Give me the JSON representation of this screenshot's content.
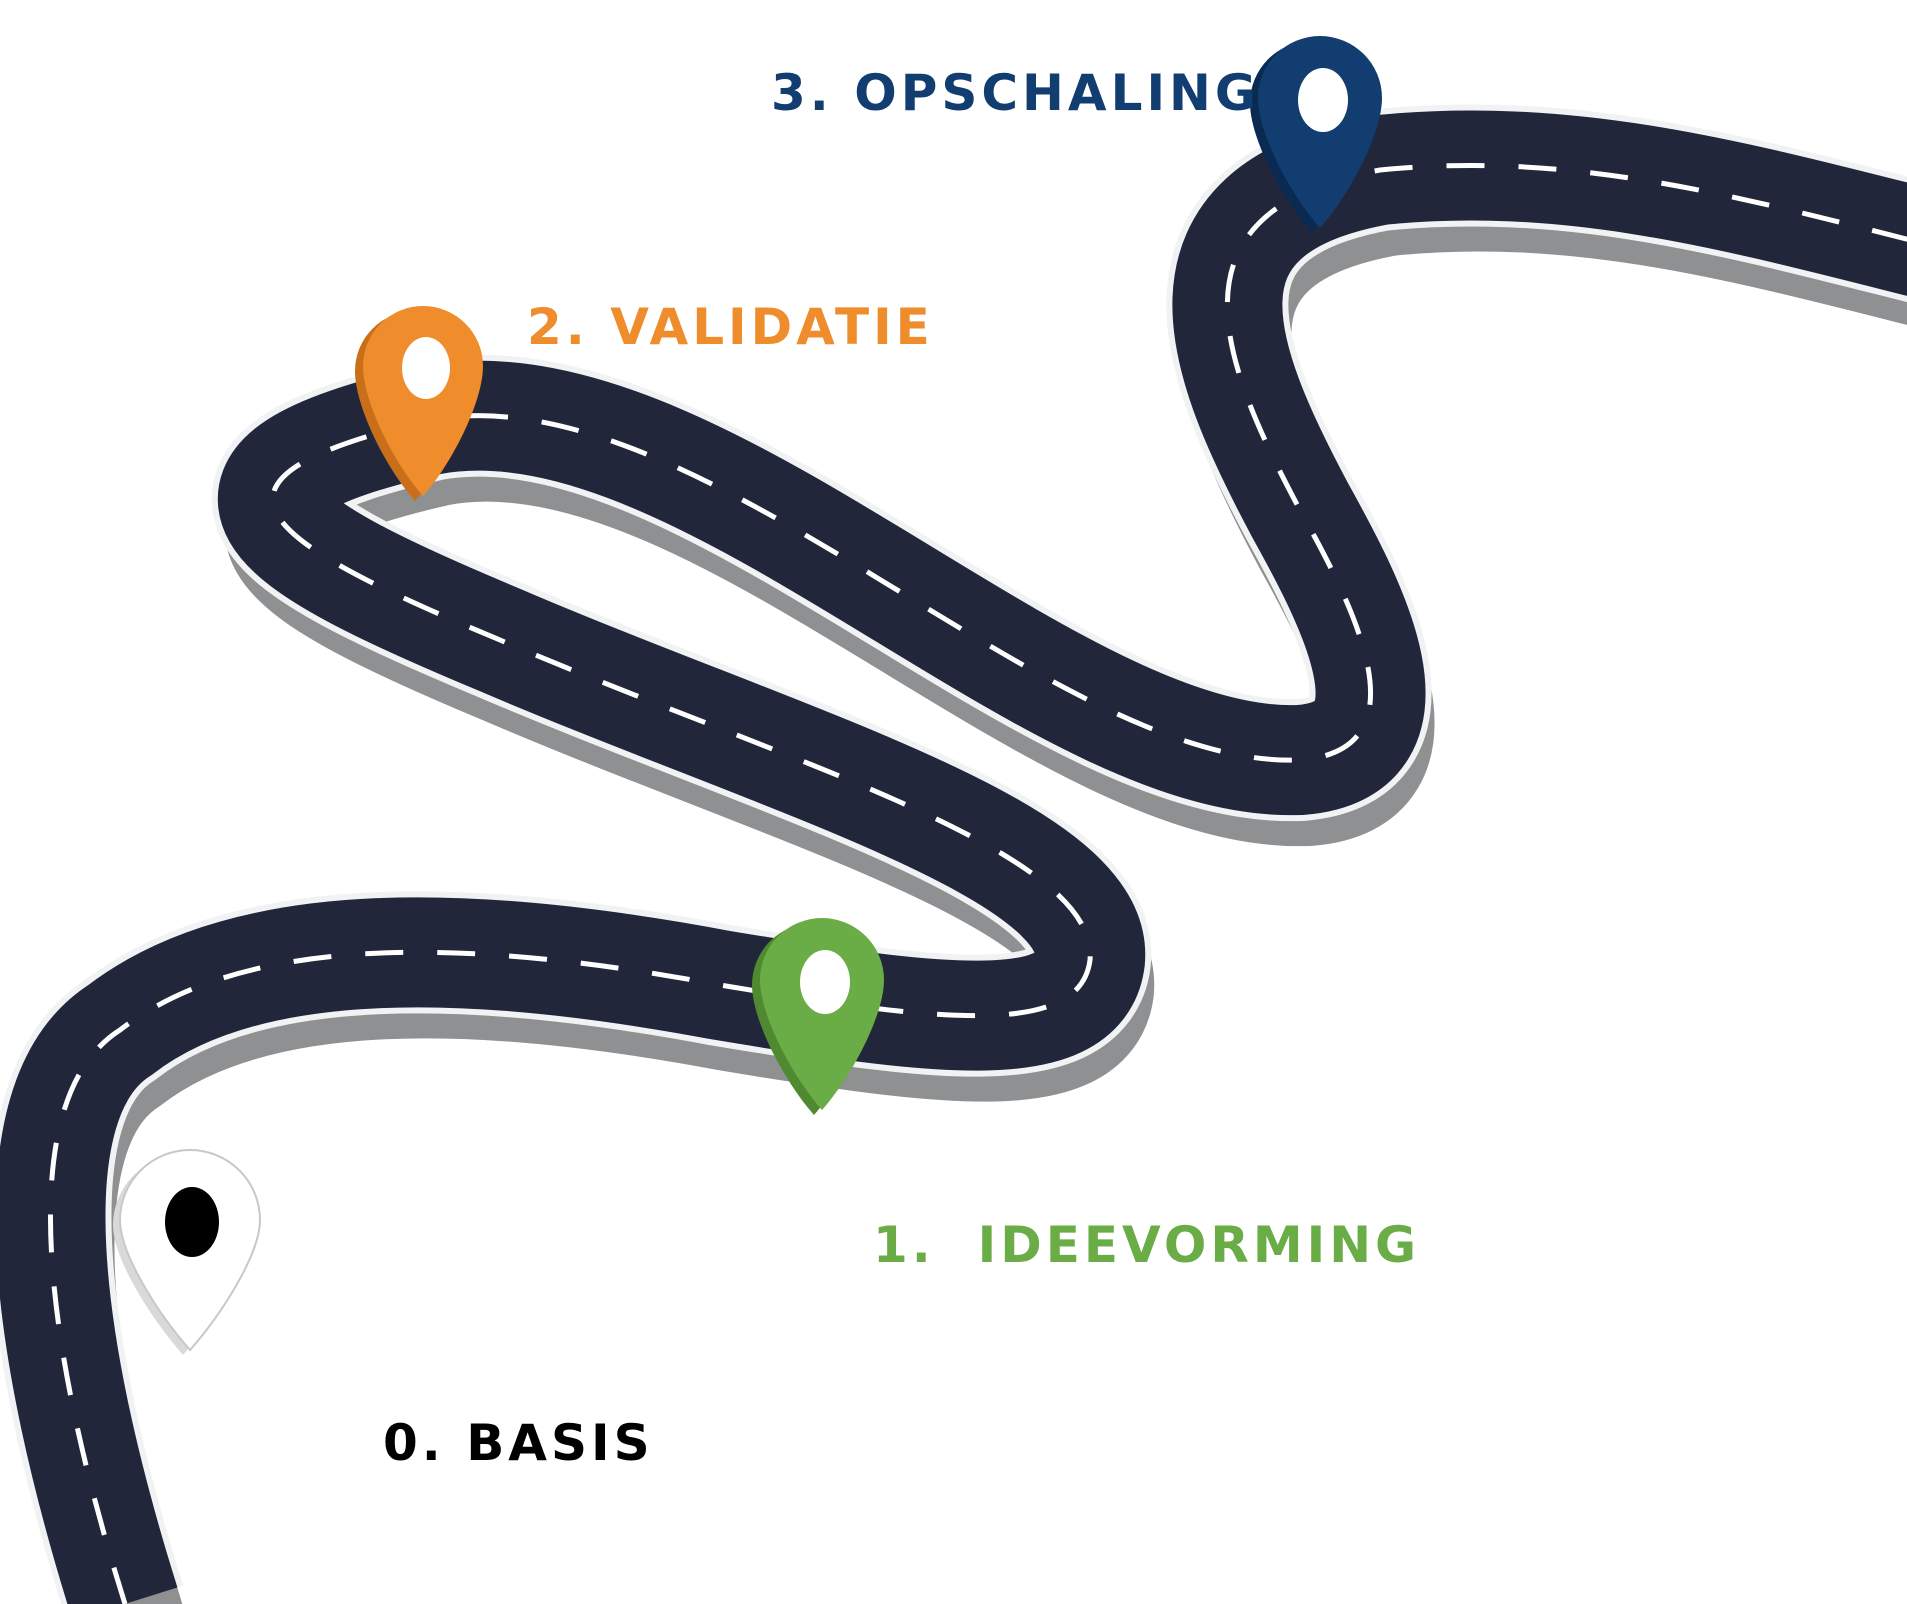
{
  "colors": {
    "road": "#22263b",
    "road_edge": "#f0f2f3",
    "road_side": "#8e9092",
    "lane_marking": "#ffffff",
    "basis": "#000000",
    "ideevorming": "#6aac45",
    "validatie": "#ef8c2b",
    "opschaling": "#123d70"
  },
  "stages": [
    {
      "id": "basis",
      "label": "0. BASIS",
      "color": "#000000",
      "pin_color": "#ffffff",
      "pin_hole": "#000000",
      "icon": "map-pin-icon"
    },
    {
      "id": "ideevorming",
      "label": "1.  IDEEVORMING",
      "color": "#6aac45",
      "pin_color": "#6aac45",
      "pin_hole": "#ffffff",
      "icon": "map-pin-icon"
    },
    {
      "id": "validatie",
      "label": "2. VALIDATIE",
      "color": "#ef8c2b",
      "pin_color": "#ef8c2b",
      "pin_hole": "#ffffff",
      "icon": "map-pin-icon"
    },
    {
      "id": "opschaling",
      "label": "3. OPSCHALING",
      "color": "#123d70",
      "pin_color": "#123d70",
      "pin_hole": "#ffffff",
      "icon": "map-pin-icon"
    }
  ]
}
